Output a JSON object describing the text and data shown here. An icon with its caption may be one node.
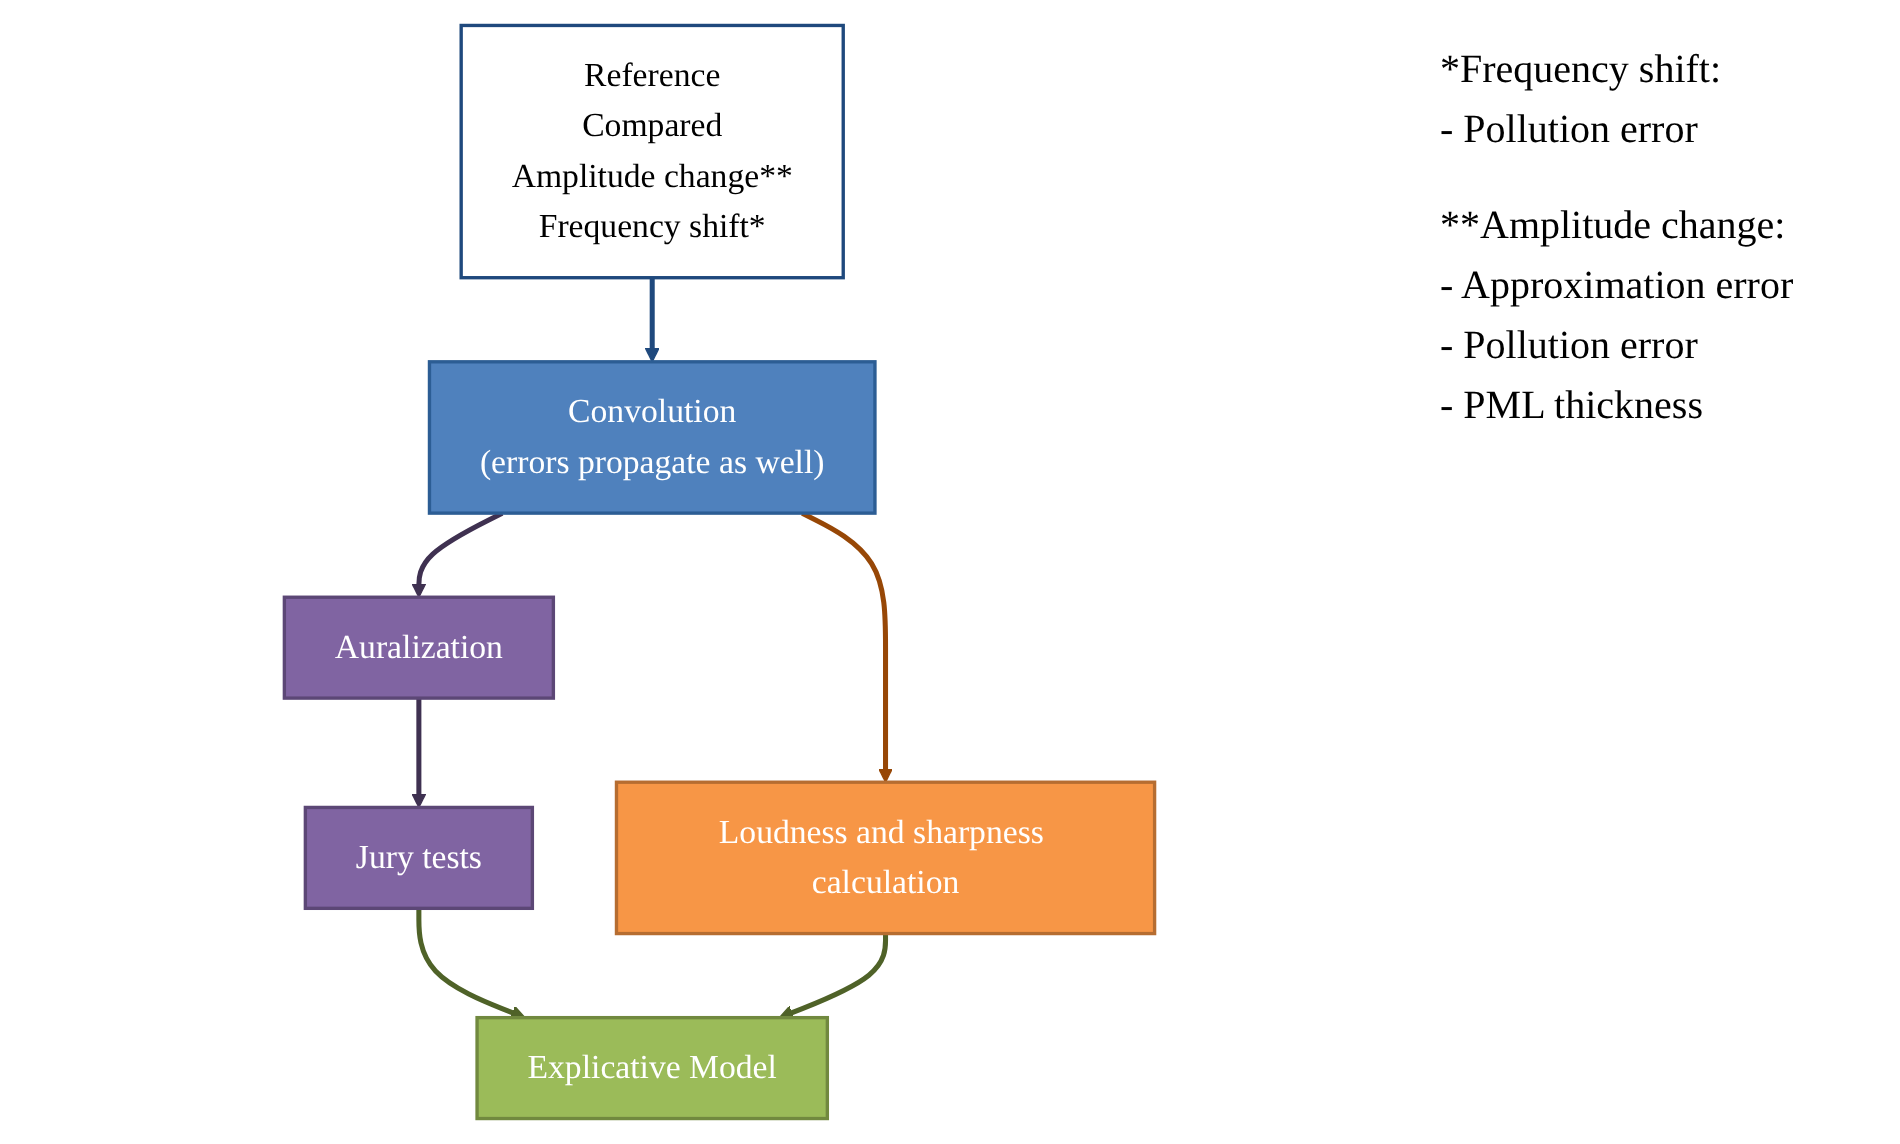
{
  "diagram": {
    "nodes": [
      {
        "text": [
          "Reference",
          "Compared",
          "Amplitude change**",
          "Frequency shift*"
        ]
      },
      {
        "text": [
          "Auralization"
        ]
      },
      {
        "text": [
          "Convolution",
          "(errors propagate as well)"
        ]
      },
      {
        "text": [
          "Loudness and sharpness calculation"
        ]
      },
      {
        "text": [
          "Jury tests"
        ]
      },
      {
        "text": [
          "Explicative Model"
        ]
      }
    ],
    "edges": [
      {
        "from": 0,
        "to": 2,
        "arrow": "to",
        "color": "#1f497d"
      },
      {
        "from": 2,
        "to": 1,
        "arrow": "to",
        "color": "#3f3151"
      },
      {
        "from": 2,
        "to": 3,
        "arrow": "to",
        "color": "#974706"
      },
      {
        "from": 1,
        "to": 4,
        "arrow": "to",
        "color": "#3f3151"
      },
      {
        "from": 4,
        "to": 5,
        "arrow": "to",
        "color": "#4f6228"
      },
      {
        "from": 3,
        "to": 5,
        "arrow": "to",
        "color": "#4f6228"
      }
    ],
    "labels": [
      "*Frequency shift:",
      "- Pollution error",
      "**Amplitude change:",
      "- Approximation error",
      "- Pollution error",
      "- PML thickness"
    ]
  }
}
